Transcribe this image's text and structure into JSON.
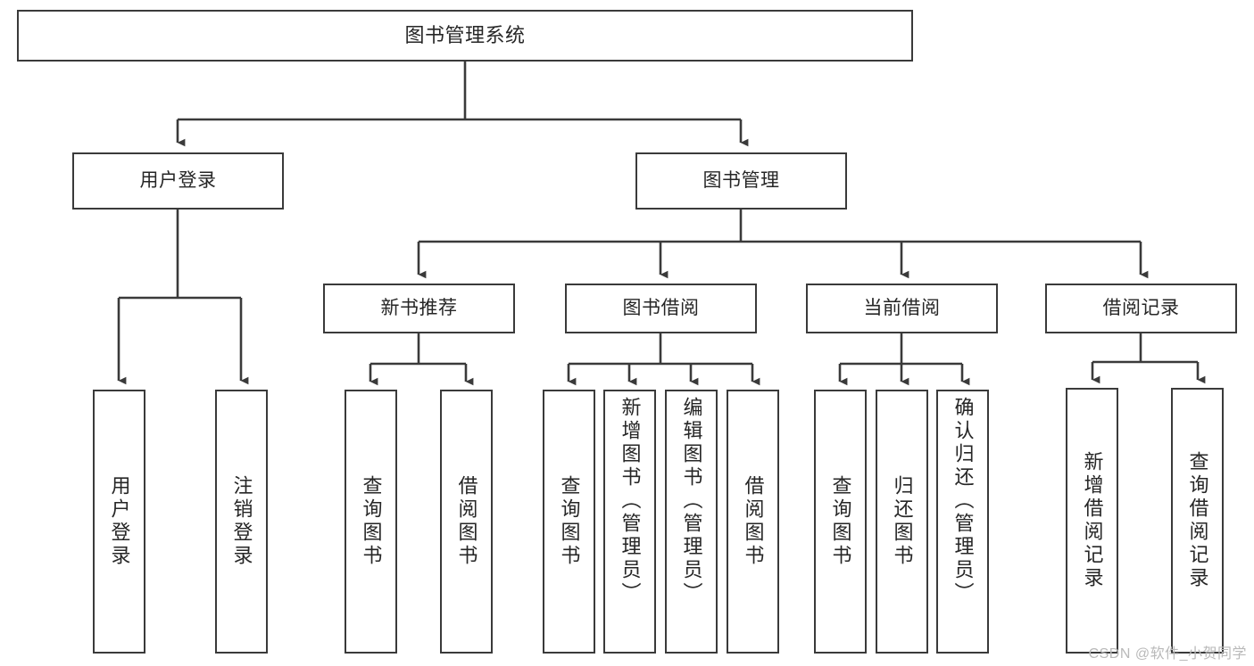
{
  "diagram": {
    "title": "图书管理系统",
    "type": "tree",
    "background_color": "#ffffff",
    "box_border_color": "#3a3a3a",
    "text_color": "#262626",
    "connector_color": "#3a3a3a"
  },
  "root": {
    "label": "图书管理系统"
  },
  "level2": [
    {
      "label": "用户登录"
    },
    {
      "label": "图书管理"
    }
  ],
  "level3": [
    {
      "label": "新书推荐"
    },
    {
      "label": "图书借阅"
    },
    {
      "label": "当前借阅"
    },
    {
      "label": "借阅记录"
    }
  ],
  "leaves": {
    "user_login": [
      {
        "label": "用户登录"
      },
      {
        "label": "注销登录"
      }
    ],
    "new_book": [
      {
        "label": "查询图书"
      },
      {
        "label": "借阅图书"
      }
    ],
    "book_borrow": [
      {
        "label": "查询图书"
      },
      {
        "label": "新增图书（管理员）"
      },
      {
        "label": "编辑图书（管理员）"
      },
      {
        "label": "借阅图书"
      }
    ],
    "current_borrow": [
      {
        "label": "查询图书"
      },
      {
        "label": "归还图书"
      },
      {
        "label": "确认归还（管理员）"
      }
    ],
    "borrow_record": [
      {
        "label": "新增借阅记录"
      },
      {
        "label": "查询借阅记录"
      }
    ]
  },
  "watermark": {
    "text": "CSDN @软件_小贺同学",
    "color": "#b9b9b9"
  }
}
